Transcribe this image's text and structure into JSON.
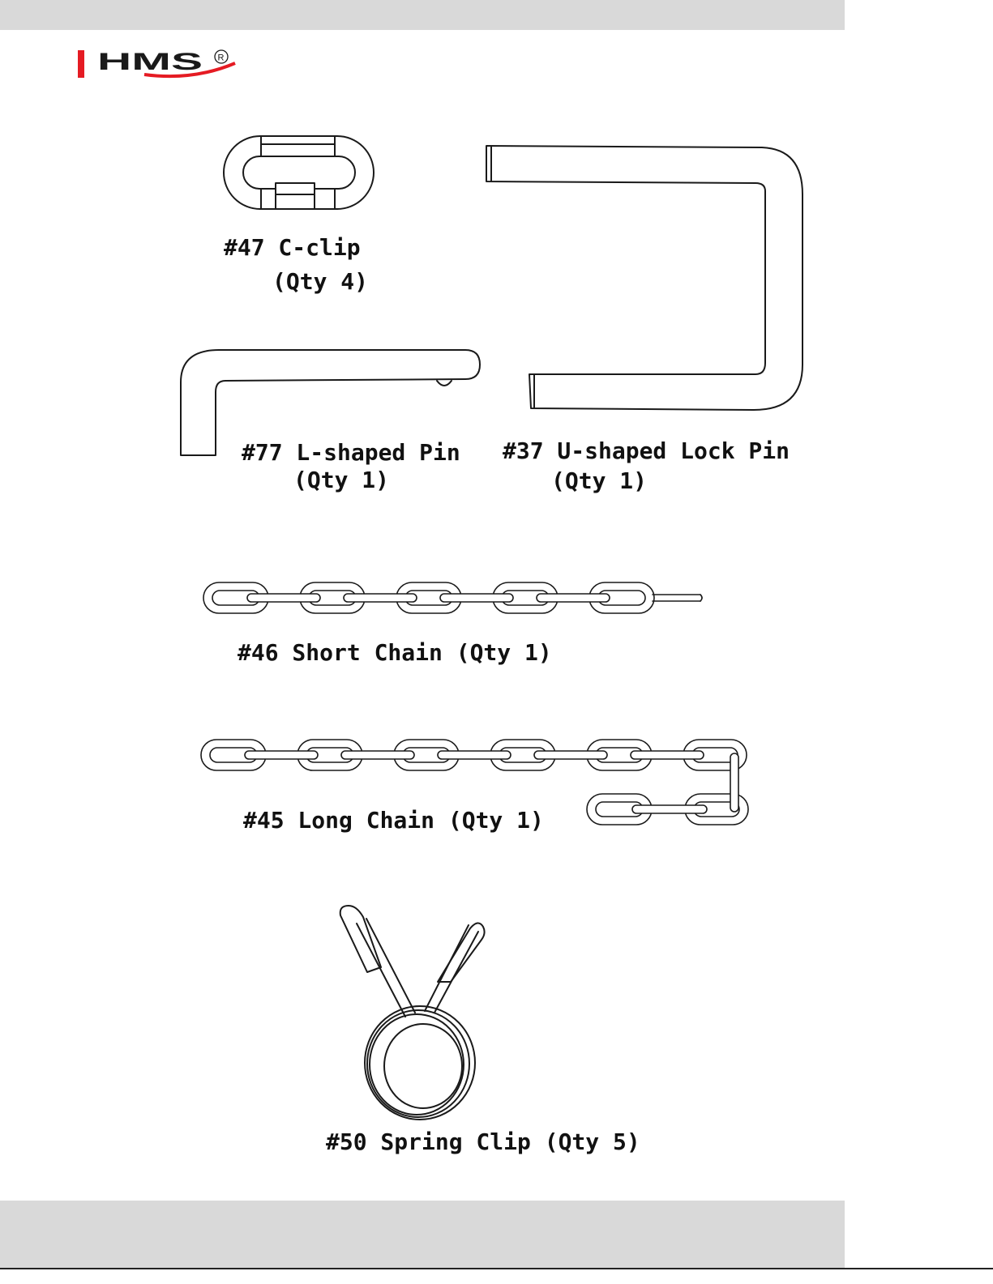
{
  "logo": {
    "text": "HMS",
    "reg_mark": "®",
    "colors": {
      "accent": "#e51b23"
    }
  },
  "parts": {
    "c_clip": {
      "name": "#47 C-clip",
      "qty": "(Qty 4)"
    },
    "l_pin": {
      "name": "#77 L-shaped Pin",
      "qty": "(Qty 1)"
    },
    "u_pin": {
      "name": "#37 U-shaped Lock Pin",
      "qty": "(Qty 1)"
    },
    "short_chain": {
      "label": "#46 Short Chain (Qty 1)"
    },
    "long_chain": {
      "label": "#45 Long Chain (Qty 1)"
    },
    "spring_clip": {
      "label": "#50 Spring Clip (Qty 5)"
    }
  }
}
